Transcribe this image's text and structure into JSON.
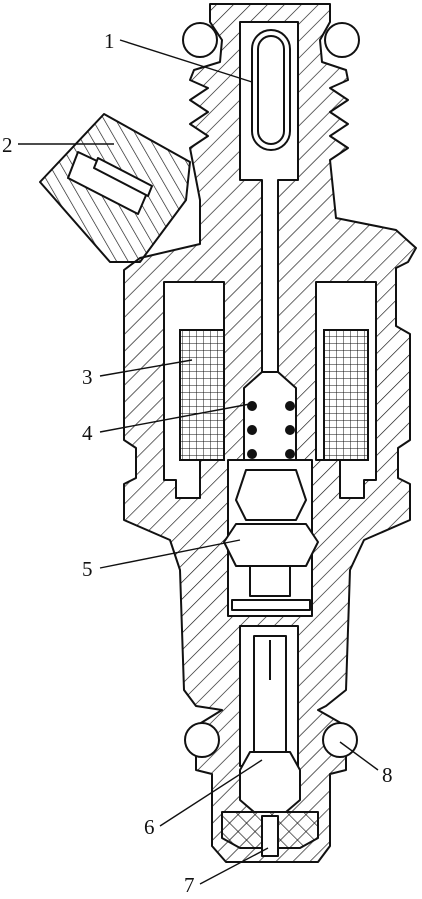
{
  "figure": {
    "labels": [
      {
        "id": "1",
        "text": "1"
      },
      {
        "id": "2",
        "text": "2"
      },
      {
        "id": "3",
        "text": "3"
      },
      {
        "id": "4",
        "text": "4"
      },
      {
        "id": "5",
        "text": "5"
      },
      {
        "id": "6",
        "text": "6"
      },
      {
        "id": "7",
        "text": "7"
      },
      {
        "id": "8",
        "text": "8"
      }
    ]
  },
  "colors": {
    "ink": "#111111",
    "paper": "#ffffff"
  }
}
